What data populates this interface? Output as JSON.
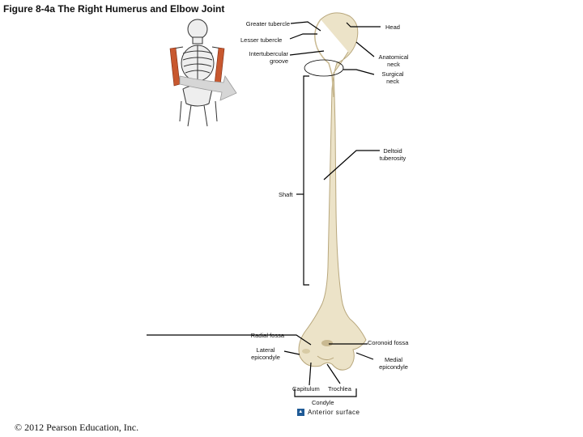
{
  "title": "Figure 8-4a  The Right Humerus and Elbow Joint",
  "copyright": "© 2012 Pearson Education, Inc.",
  "labels": {
    "greater_tubercle": "Greater tubercle",
    "head": "Head",
    "lesser_tubercle": "Lesser tubercle",
    "intertubercular_1": "Intertubercular",
    "intertubercular_2": "groove",
    "anatomical_1": "Anatomical",
    "anatomical_2": "neck",
    "surgical_1": "Surgical",
    "surgical_2": "neck",
    "deltoid_1": "Deltoid",
    "deltoid_2": "tuberosity",
    "shaft": "Shaft",
    "radial_fossa": "Radial fossa",
    "coronoid_fossa": "Coronoid fossa",
    "lateral_1": "Lateral",
    "lateral_2": "epicondyle",
    "medial_1": "Medial",
    "medial_2": "epicondyle",
    "capitulum": "Capitulum",
    "trochlea": "Trochlea",
    "condyle": "Condyle",
    "anterior_surface": "Anterior surface"
  },
  "colors": {
    "bone": "#ece3c8",
    "bone_shadow": "#c9b991",
    "highlight_arm": "#c8582f",
    "arrow": "#d6d6d6",
    "leader": "#000000"
  }
}
